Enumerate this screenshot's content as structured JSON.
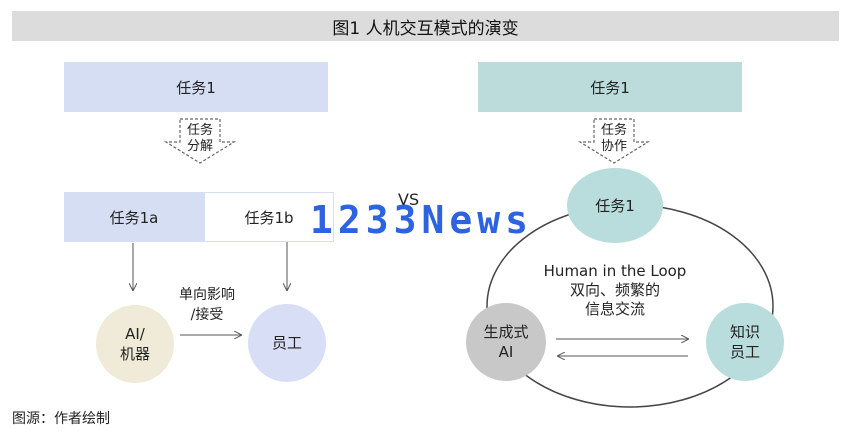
{
  "title": "图1  人机交互模式的演变",
  "left": {
    "task": "任务1",
    "decompose": [
      "任务",
      "分解"
    ],
    "sub_a": "任务1a",
    "sub_b": "任务1b",
    "ai_circle": [
      "AI/",
      "机器"
    ],
    "employee": "员工",
    "influence": [
      "单向影响",
      "/接受"
    ]
  },
  "vs": "VS",
  "watermark": "1233News",
  "right": {
    "task": "任务1",
    "collab": [
      "任务",
      "协作"
    ],
    "task_circle": "任务1",
    "loop": [
      "Human in the Loop",
      "双向、频繁的",
      "信息交流"
    ],
    "gen_ai": [
      "生成式",
      "AI"
    ],
    "knowledge_worker": [
      "知识",
      "员工"
    ]
  },
  "source": "图源：作者绘制",
  "colors": {
    "left_blue": "#d6def3",
    "right_teal": "#bcdcdc",
    "ai_beige": "#efebd8",
    "employee_blue": "#d8def6",
    "gen_gray": "#c8c8c8",
    "watermark_blue": "#2d62e0"
  }
}
